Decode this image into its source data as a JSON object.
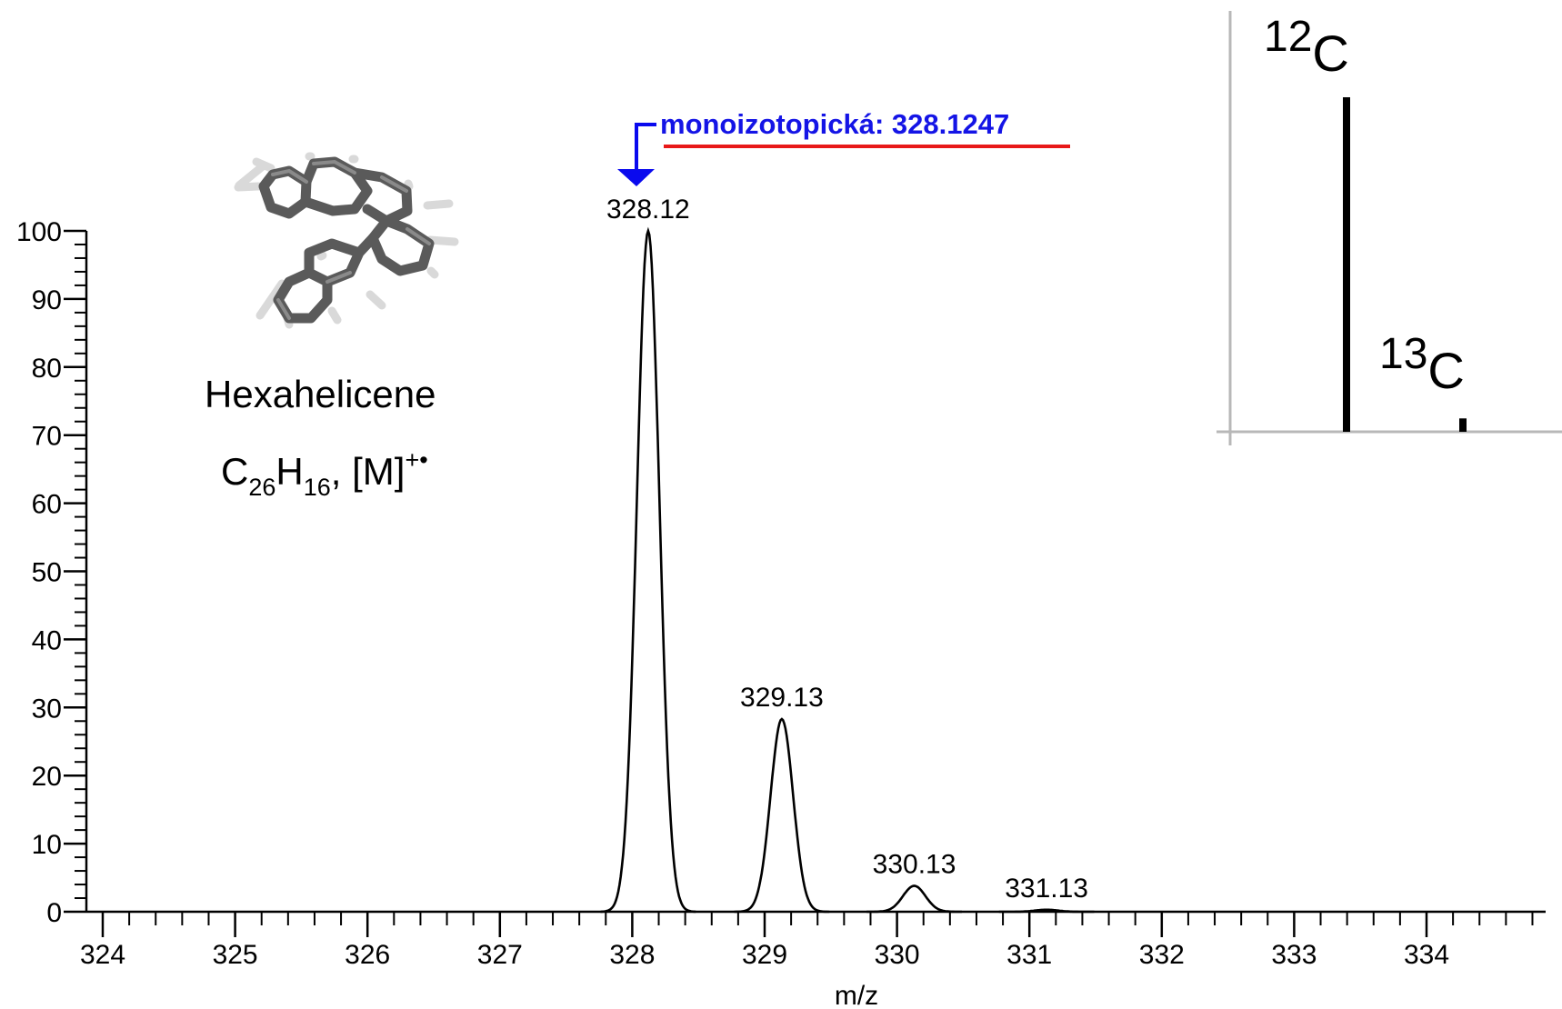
{
  "compound": {
    "name": "Hexahelicene",
    "formula_c": "C",
    "formula_c_sub": "26",
    "formula_h": "H",
    "formula_h_sub": "16",
    "formula_ion": ", [M]",
    "formula_charge": "+•"
  },
  "annotation": {
    "text": "monoizotopická: 328.1247",
    "text_color": "#1414e6",
    "arrow_color": "#0a0aee",
    "underline_color": "#e81818"
  },
  "inset": {
    "c12_mass": "12",
    "c12_symbol": "C",
    "c13_mass": "13",
    "c13_symbol": "C",
    "c12_relative": 100,
    "c13_relative": 4
  },
  "chart_data": {
    "type": "line",
    "xlabel": "m/z",
    "ylabel": "",
    "xlim": [
      324,
      335
    ],
    "ylim": [
      0,
      100
    ],
    "x_ticks": [
      "324",
      "325",
      "326",
      "327",
      "328",
      "329",
      "330",
      "331",
      "332",
      "333",
      "334"
    ],
    "y_ticks": [
      "0",
      "10",
      "20",
      "30",
      "40",
      "50",
      "60",
      "70",
      "80",
      "90",
      "100"
    ],
    "grid": false,
    "peaks": [
      {
        "mz": 328.12,
        "intensity": 100,
        "label": "328.12"
      },
      {
        "mz": 329.13,
        "intensity": 28.3,
        "label": "329.13"
      },
      {
        "mz": 330.13,
        "intensity": 3.8,
        "label": "330.13"
      },
      {
        "mz": 331.13,
        "intensity": 0.3,
        "label": "331.13"
      }
    ]
  }
}
